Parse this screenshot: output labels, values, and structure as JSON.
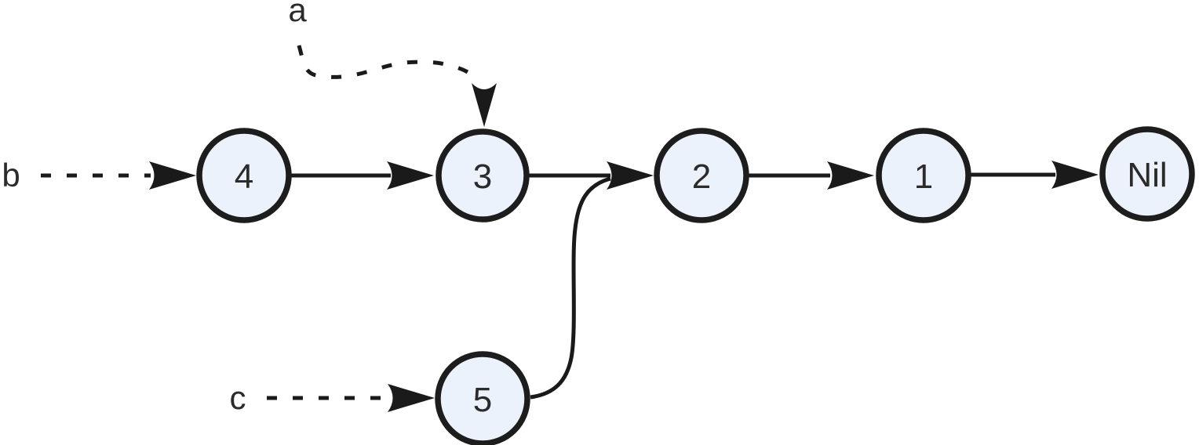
{
  "diagram": {
    "kind": "singly-linked-list",
    "background": "#ffffff",
    "colors": {
      "node_fill": "#ebf2fb",
      "node_border": "#1d1d1d",
      "edge": "#1a1a1a",
      "text": "#2b2b2b"
    },
    "nodes": [
      {
        "id": "node-4",
        "label": "4"
      },
      {
        "id": "node-3",
        "label": "3"
      },
      {
        "id": "node-2",
        "label": "2"
      },
      {
        "id": "node-1",
        "label": "1"
      },
      {
        "id": "node-nil",
        "label": "Nil"
      },
      {
        "id": "node-5",
        "label": "5"
      }
    ],
    "pointers": [
      {
        "id": "pointer-a",
        "label": "a",
        "target": "node-3",
        "style": "dashed-curved"
      },
      {
        "id": "pointer-b",
        "label": "b",
        "target": "node-4",
        "style": "dashed"
      },
      {
        "id": "pointer-c",
        "label": "c",
        "target": "node-5",
        "style": "dashed"
      }
    ],
    "edges": [
      {
        "from": "node-4",
        "to": "node-3",
        "style": "solid"
      },
      {
        "from": "node-3",
        "to": "node-2",
        "style": "solid"
      },
      {
        "from": "node-2",
        "to": "node-1",
        "style": "solid"
      },
      {
        "from": "node-1",
        "to": "node-nil",
        "style": "solid"
      },
      {
        "from": "node-5",
        "to": "node-2",
        "style": "solid-curved"
      }
    ]
  }
}
